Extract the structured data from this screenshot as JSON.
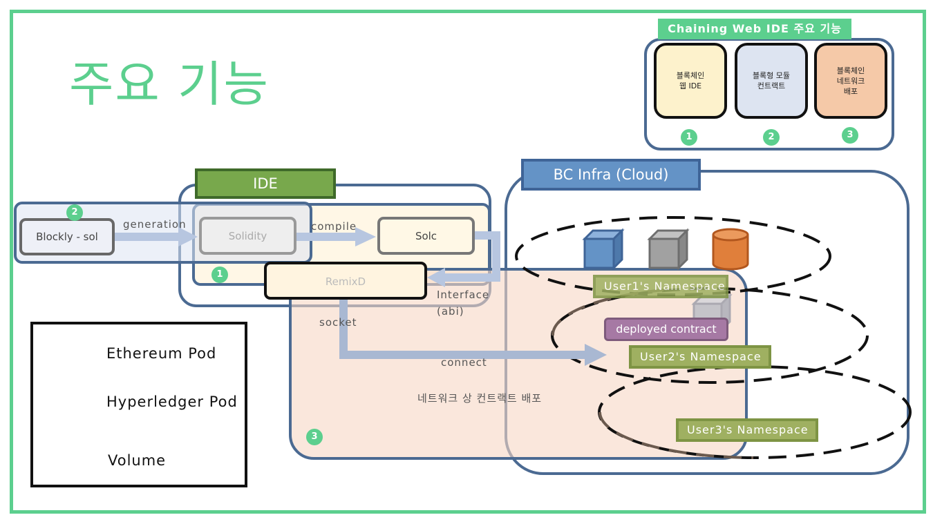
{
  "title": "주요 기능",
  "summary": {
    "title": "Chaining Web IDE 주요 기능",
    "features": [
      {
        "label": "블록체인\n웹 IDE",
        "number": "1",
        "color": "#fdf2cc"
      },
      {
        "label": "블록형 모듈\n컨트랙트",
        "number": "2",
        "color": "#dde4f1"
      },
      {
        "label": "블록체인\n네트워크\n배포",
        "number": "3",
        "color": "#f5c9a8"
      }
    ]
  },
  "ide": {
    "label": "IDE",
    "solidity": "Solidity",
    "solc": "Solc",
    "remixd": "RemixD",
    "compile": "compile",
    "interface": "Interface",
    "abi": "(abi)",
    "number": "1"
  },
  "blockly": {
    "label": "Blockly - sol",
    "generation": "generation",
    "number": "2"
  },
  "deploy": {
    "socket": "socket",
    "connect": "connect",
    "caption": "네트워크 상 컨트랙트 배포",
    "number": "3"
  },
  "infra": {
    "label": "BC Infra (Cloud)",
    "namespaces": [
      "User1's Namespace",
      "User2's Namespace",
      "User3's Namespace"
    ],
    "deployed_contract": "deployed contract"
  },
  "legend": {
    "items": [
      {
        "label": "Ethereum Pod",
        "icon": "blue-cube-icon"
      },
      {
        "label": "Hyperledger Pod",
        "icon": "gray-cube-icon"
      },
      {
        "label": "Volume",
        "icon": "orange-cylinder-icon"
      }
    ]
  },
  "colors": {
    "accent": "#5ccf8e",
    "frame_blue": "#4b6a92",
    "ethereum": "#6493c6",
    "hyperledger": "#9a9a9a",
    "volume": "#e07f3b",
    "namespace": "#9fb061"
  }
}
